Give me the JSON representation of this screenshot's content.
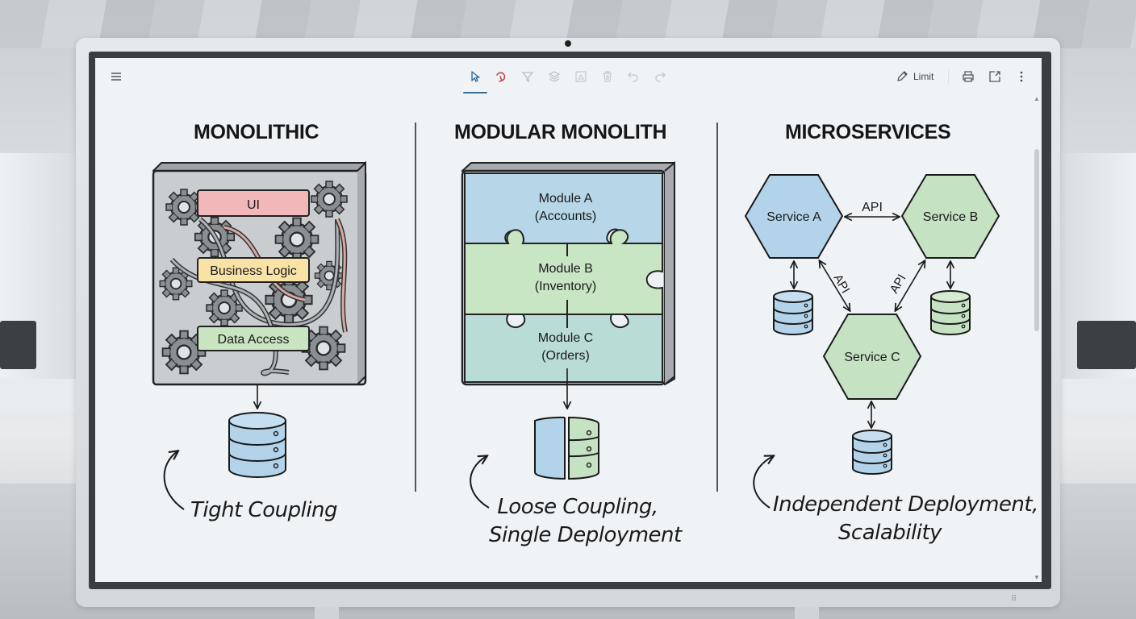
{
  "toolbar": {
    "menu_icon": "hamburger-menu-icon",
    "tools": [
      {
        "name": "select-tool",
        "icon": "cursor-pointer-icon",
        "active": true
      },
      {
        "name": "lasso-tool",
        "icon": "lasso-icon",
        "active": false
      },
      {
        "name": "filter-tool",
        "icon": "funnel-icon",
        "active": false
      },
      {
        "name": "layers-tool",
        "icon": "layers-icon",
        "active": false
      },
      {
        "name": "image-tool",
        "icon": "image-icon",
        "active": false
      },
      {
        "name": "delete-tool",
        "icon": "trash-icon",
        "active": false
      },
      {
        "name": "undo-tool",
        "icon": "undo-icon",
        "active": false
      },
      {
        "name": "redo-tool",
        "icon": "redo-icon",
        "active": false
      }
    ],
    "edit_label": "Limit",
    "right_icons": [
      "print-icon",
      "external-open-icon",
      "more-vertical-icon"
    ]
  },
  "colors": {
    "accent": "#3a6d96",
    "lasso": "#c0474a",
    "ui_layer": "#f2b8b9",
    "logic_layer": "#f8e2a6",
    "data_layer": "#c8e4c1",
    "module_a": "#b7d6e8",
    "module_b": "#c8e5c4",
    "module_c": "#b9dcd6",
    "service_blue": "#b3d3ea",
    "service_green": "#c5e2c2",
    "ink": "#1a1a1a"
  },
  "columns": [
    {
      "title": "MONOLITHIC",
      "layers": [
        "UI",
        "Business Logic",
        "Data Access"
      ],
      "caption": [
        "Tight Coupling"
      ]
    },
    {
      "title": "MODULAR MONOLITH",
      "modules": [
        {
          "name": "Module A",
          "sub": "(Accounts)"
        },
        {
          "name": "Module B",
          "sub": "(Inventory)"
        },
        {
          "name": "Module C",
          "sub": "(Orders)"
        }
      ],
      "caption": [
        "Loose Coupling,",
        "Single Deployment"
      ]
    },
    {
      "title": "MICROSERVICES",
      "services": [
        "Service A",
        "Service B",
        "Service C"
      ],
      "api_labels": [
        "API",
        "API",
        "API"
      ],
      "caption": [
        "Independent Deployment,",
        "Scalability"
      ]
    }
  ]
}
